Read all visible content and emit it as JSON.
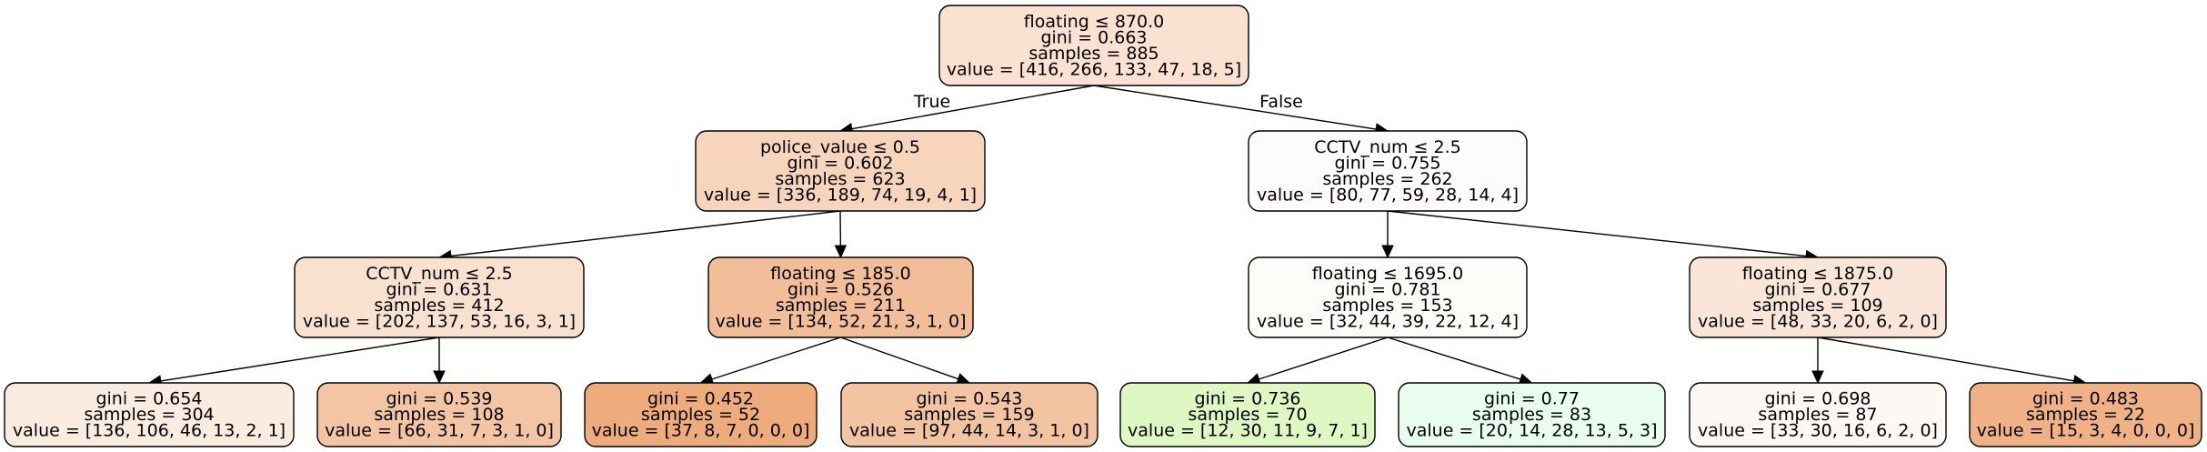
{
  "nodes": [
    {
      "id": "n0",
      "lines": [
        "floating ≤ 870.0",
        "gini = 0.663",
        "samples = 885",
        "value = [416, 266, 133, 47, 18, 5]"
      ],
      "fill": "#fbe1d1"
    },
    {
      "id": "n1",
      "lines": [
        "police_value ≤ 0.5",
        "gini = 0.602",
        "samples = 623",
        "value = [336, 189, 74, 19, 4, 1]"
      ],
      "fill": "#f7d5bd"
    },
    {
      "id": "n2",
      "lines": [
        "CCTV_num ≤ 2.5",
        "gini = 0.755",
        "samples = 262",
        "value = [80, 77, 59, 28, 14, 4]"
      ],
      "fill": "#fefcfa"
    },
    {
      "id": "n3",
      "lines": [
        "CCTV_num ≤ 2.5",
        "gini = 0.631",
        "samples = 412",
        "value = [202, 137, 53, 16, 3, 1]"
      ],
      "fill": "#f9e1d0"
    },
    {
      "id": "n4",
      "lines": [
        "floating ≤ 185.0",
        "gini = 0.526",
        "samples = 211",
        "value = [134, 52, 21, 3, 1, 0]"
      ],
      "fill": "#f2be99"
    },
    {
      "id": "n5",
      "lines": [
        "floating ≤ 1695.0",
        "gini = 0.781",
        "samples = 153",
        "value = [32, 44, 39, 22, 12, 4]"
      ],
      "fill": "#fbfef8"
    },
    {
      "id": "n6",
      "lines": [
        "floating ≤ 1875.0",
        "gini = 0.677",
        "samples = 109",
        "value = [48, 33, 20, 6, 2, 0]"
      ],
      "fill": "#fae6d8"
    },
    {
      "id": "n7",
      "lines": [
        "gini = 0.654",
        "samples = 304",
        "value = [136, 106, 46, 13, 2, 1]"
      ],
      "fill": "#fbece1"
    },
    {
      "id": "n8",
      "lines": [
        "gini = 0.539",
        "samples = 108",
        "value = [66, 31, 7, 3, 1, 0]"
      ],
      "fill": "#f3c5a4"
    },
    {
      "id": "n9",
      "lines": [
        "gini = 0.452",
        "samples = 52",
        "value = [37, 8, 7, 0, 0, 0]"
      ],
      "fill": "#eeab7c"
    },
    {
      "id": "n10",
      "lines": [
        "gini = 0.543",
        "samples = 159",
        "value = [97, 44, 14, 3, 1, 0]"
      ],
      "fill": "#f3c4a2"
    },
    {
      "id": "n11",
      "lines": [
        "gini = 0.736",
        "samples = 70",
        "value = [12, 30, 11, 9, 7, 1]"
      ],
      "fill": "#dff7c3"
    },
    {
      "id": "n12",
      "lines": [
        "gini = 0.77",
        "samples = 83",
        "value = [20, 14, 28, 13, 5, 3]"
      ],
      "fill": "#e9fcf0"
    },
    {
      "id": "n13",
      "lines": [
        "gini = 0.698",
        "samples = 87",
        "value = [33, 30, 16, 6, 2, 0]"
      ],
      "fill": "#fdf8f4"
    },
    {
      "id": "n14",
      "lines": [
        "gini = 0.483",
        "samples = 22",
        "value = [15, 3, 4, 0, 0, 0]"
      ],
      "fill": "#efb185"
    }
  ],
  "edges": [
    {
      "from": "n0",
      "to": "n1",
      "label": "True"
    },
    {
      "from": "n0",
      "to": "n2",
      "label": "False"
    },
    {
      "from": "n1",
      "to": "n3",
      "label": ""
    },
    {
      "from": "n1",
      "to": "n4",
      "label": ""
    },
    {
      "from": "n2",
      "to": "n5",
      "label": ""
    },
    {
      "from": "n2",
      "to": "n6",
      "label": ""
    },
    {
      "from": "n3",
      "to": "n7",
      "label": ""
    },
    {
      "from": "n3",
      "to": "n8",
      "label": ""
    },
    {
      "from": "n4",
      "to": "n9",
      "label": ""
    },
    {
      "from": "n4",
      "to": "n10",
      "label": ""
    },
    {
      "from": "n5",
      "to": "n11",
      "label": ""
    },
    {
      "from": "n5",
      "to": "n12",
      "label": ""
    },
    {
      "from": "n6",
      "to": "n13",
      "label": ""
    },
    {
      "from": "n6",
      "to": "n14",
      "label": ""
    }
  ]
}
